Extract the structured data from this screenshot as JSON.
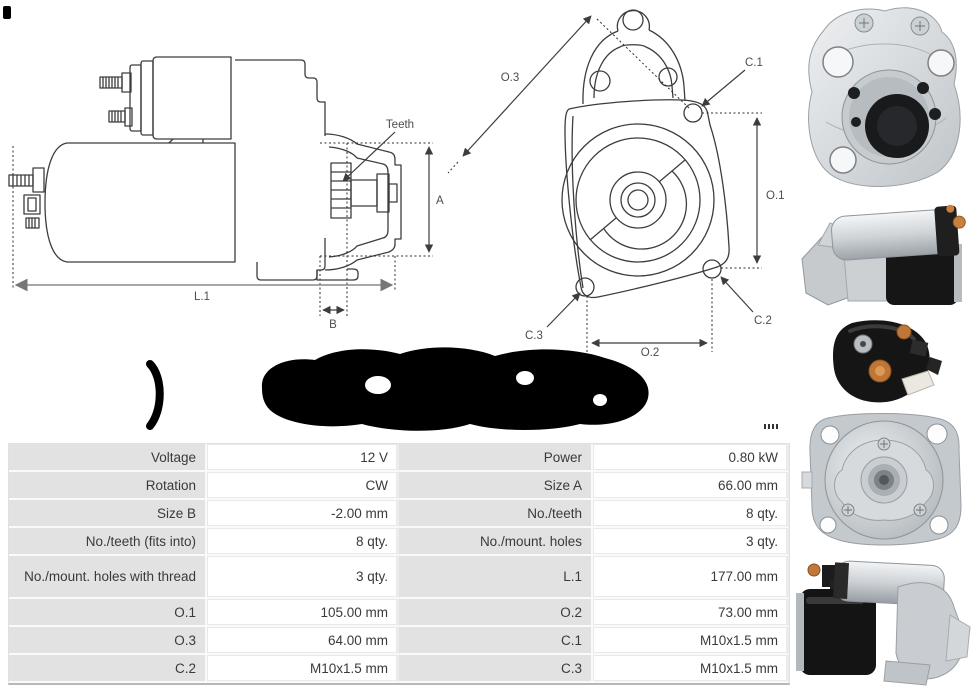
{
  "drawings": {
    "side_view": {
      "teeth_label": "Teeth",
      "dim_a": "A",
      "dim_l1": "L.1",
      "dim_b": "B"
    },
    "front_view": {
      "dim_o3": "O.3",
      "dim_c1": "C.1",
      "dim_o1": "O.1",
      "dim_c2": "C.2",
      "dim_c3": "C.3",
      "dim_o2": "O.2"
    }
  },
  "spec_table": {
    "rows": [
      {
        "label_left": "Voltage",
        "value_left": "12 V",
        "label_right": "Power",
        "value_right": "0.80 kW"
      },
      {
        "label_left": "Rotation",
        "value_left": "CW",
        "label_right": "Size A",
        "value_right": "66.00 mm"
      },
      {
        "label_left": "Size B",
        "value_left": "-2.00 mm",
        "label_right": "No./teeth",
        "value_right": "8 qty."
      },
      {
        "label_left": "No./teeth (fits into)",
        "value_left": "8 qty.",
        "label_right": "No./mount. holes",
        "value_right": "3 qty."
      },
      {
        "label_left": "No./mount. holes with thread",
        "value_left": "3 qty.",
        "label_right": "L.1",
        "value_right": "177.00 mm"
      },
      {
        "label_left": "O.1",
        "value_left": "105.00 mm",
        "label_right": "O.2",
        "value_right": "73.00 mm"
      },
      {
        "label_left": "O.3",
        "value_left": "64.00 mm",
        "label_right": "C.1",
        "value_right": "M10x1.5 mm"
      },
      {
        "label_left": "C.2",
        "value_left": "M10x1.5 mm",
        "label_right": "C.3",
        "value_right": "M10x1.5 mm"
      }
    ]
  },
  "colors": {
    "table_label_bg": "#e2e2e2",
    "table_text": "#3a3a3a",
    "drawing_line": "#3d3d3d",
    "dimension_gray": "#8a8a8a",
    "blob_black": "#000000",
    "aluminum": "#c9cdd1",
    "zinc": "#d9dde0",
    "copper": "#c07a3c",
    "motor_black": "#151515"
  }
}
